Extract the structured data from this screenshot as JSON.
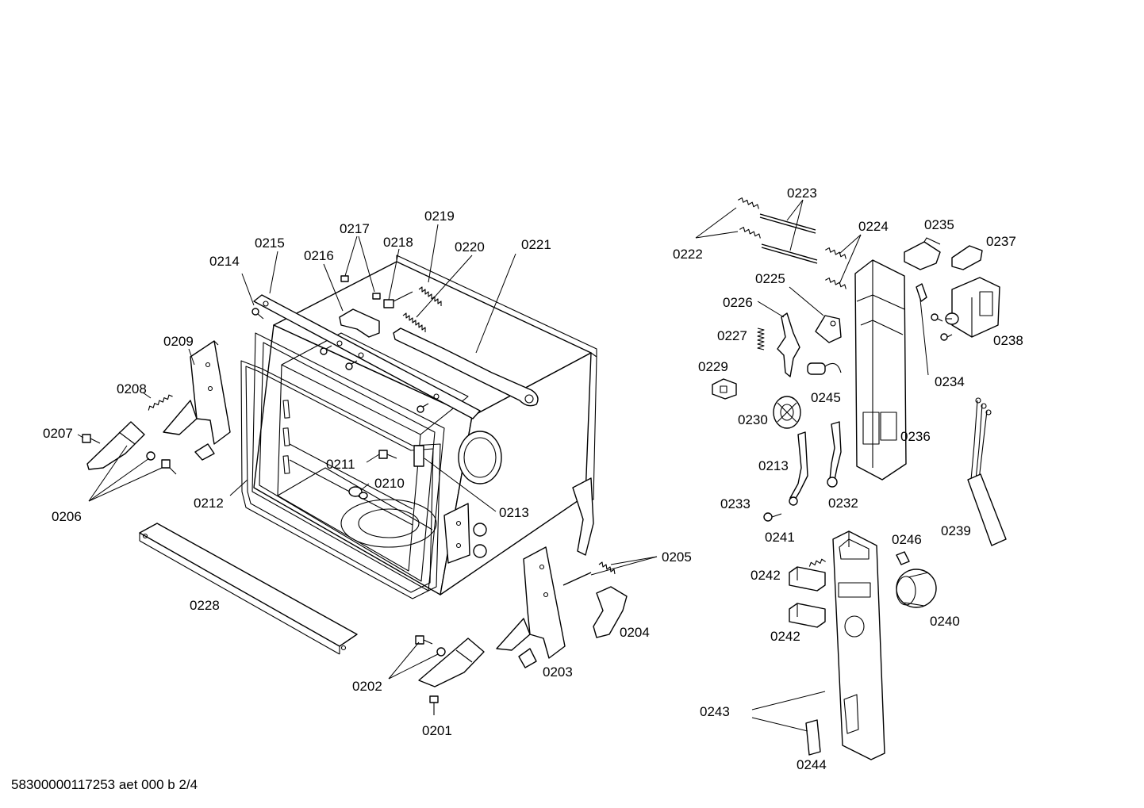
{
  "document_id": "58300000117253 aet 000 b 2/4",
  "labels": {
    "p0201": "0201",
    "p0202": "0202",
    "p0203": "0203",
    "p0204": "0204",
    "p0205": "0205",
    "p0206": "0206",
    "p0207": "0207",
    "p0208": "0208",
    "p0209": "0209",
    "p0210": "0210",
    "p0211": "0211",
    "p0212": "0212",
    "p0213a": "0213",
    "p0213b": "0213",
    "p0214": "0214",
    "p0215": "0215",
    "p0216": "0216",
    "p0217": "0217",
    "p0218": "0218",
    "p0219": "0219",
    "p0220": "0220",
    "p0221": "0221",
    "p0222": "0222",
    "p0223": "0223",
    "p0224": "0224",
    "p0225": "0225",
    "p0226": "0226",
    "p0227": "0227",
    "p0228": "0228",
    "p0229": "0229",
    "p0230": "0230",
    "p0232": "0232",
    "p0233": "0233",
    "p0234": "0234",
    "p0235": "0235",
    "p0236": "0236",
    "p0237": "0237",
    "p0238": "0238",
    "p0239": "0239",
    "p0240": "0240",
    "p0241": "0241",
    "p0242a": "0242",
    "p0242b": "0242",
    "p0243": "0243",
    "p0244": "0244",
    "p0245": "0245",
    "p0246": "0246"
  }
}
